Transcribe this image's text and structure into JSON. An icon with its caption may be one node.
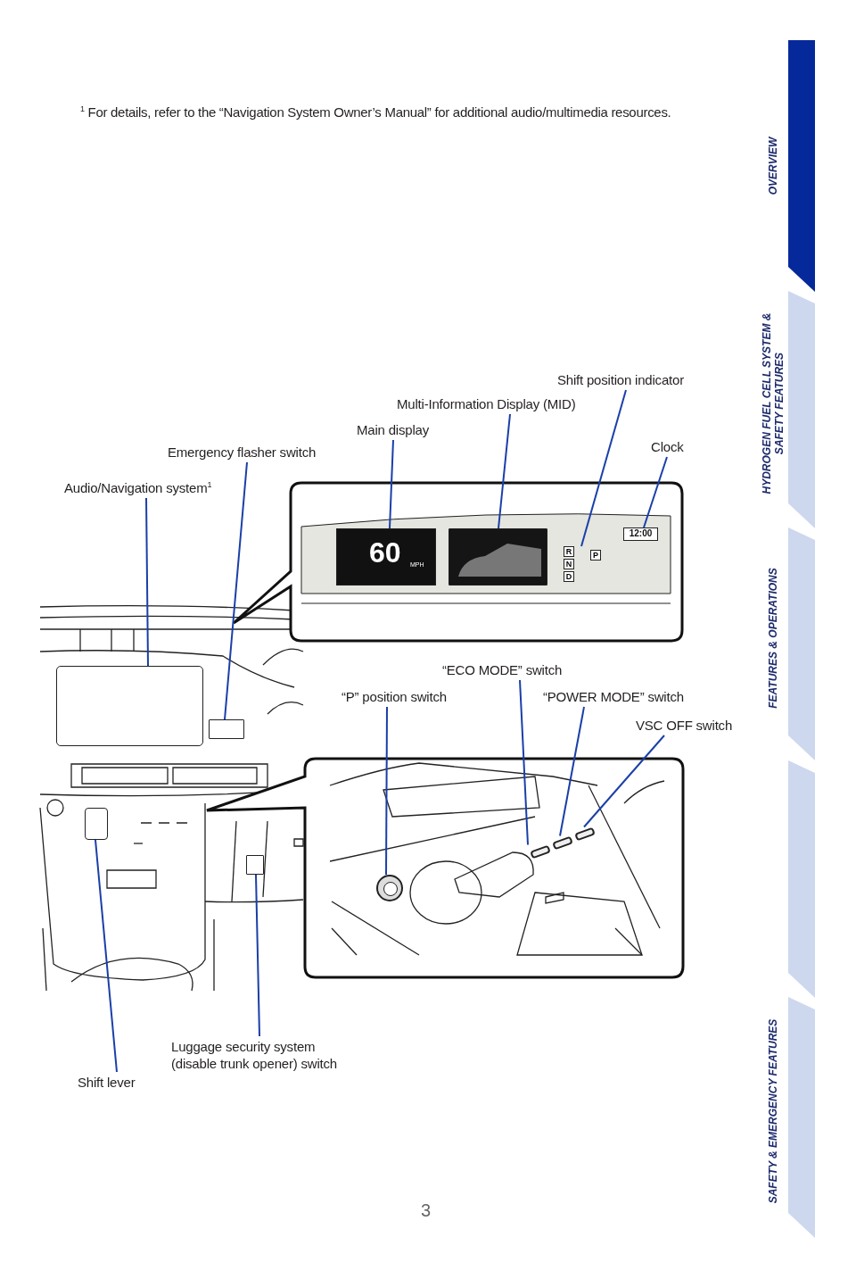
{
  "diagram": {
    "nodes": [
      {
        "text": [
          "Audio/Navigation system$^{1}$"
        ]
      },
      {
        "text": [
          "Emergency flasher switch"
        ]
      },
      {
        "text": [
          "Main display"
        ]
      },
      {
        "text": [
          "Multi-Information Display (MID)"
        ]
      },
      {
        "text": [
          "Shift position indicator"
        ]
      },
      {
        "text": [
          "Clock"
        ]
      },
      {
        "text": [
          "“ECO MODE” switch"
        ]
      },
      {
        "text": [
          "“P” position switch"
        ]
      },
      {
        "text": [
          "“POWER MODE” switch"
        ]
      },
      {
        "text": [
          "VSC OFF switch"
        ]
      },
      {
        "text": [
          "Luggage security system (disable trunk opener) switch"
        ]
      },
      {
        "text": [
          "Shift lever"
        ]
      },
      {
        "text": [
          "OVERVIEW"
        ]
      },
      {
        "text": [
          "HYDROGEN FUEL CELL SYSTEM & SAFETY FEATURES"
        ]
      },
      {
        "text": [
          "FEATURES & OPERATIONS"
        ]
      },
      {
        "text": [],
        "shape": "box"
      },
      {
        "text": [
          "SAFETY & EMERGENCY FEATURES"
        ]
      },
      {
        "text": [],
        "shape": "box"
      },
      {
        "text": [],
        "shape": "box"
      },
      {
        "text": [
          "60",
          "MPH"
        ]
      },
      {
        "text": [],
        "shape": "box"
      },
      {
        "text": [
          "R",
          "N",
          "D",
          "P"
        ]
      },
      {
        "text": [
          "12:00"
        ]
      },
      {
        "text": [],
        "shape": "box"
      },
      {
        "text": [],
        "shape": "circle"
      },
      {
        "text": [],
        "shape": "box"
      },
      {
        "text": [],
        "shape": "box"
      },
      {
        "text": [],
        "shape": "box"
      },
      {
        "text": [],
        "shape": "box"
      }
    ],
    "edges": [
      {
        "from": 0,
        "to": 17,
        "arrow": "none"
      },
      {
        "from": 1,
        "to": 18,
        "arrow": "none"
      },
      {
        "from": 2,
        "to": 19,
        "arrow": "none"
      },
      {
        "from": 3,
        "to": 20,
        "arrow": "none"
      },
      {
        "from": 4,
        "to": 21,
        "arrow": "none"
      },
      {
        "from": 5,
        "to": 22,
        "arrow": "none"
      },
      {
        "from": 6,
        "to": 23,
        "arrow": "none"
      },
      {
        "from": 7,
        "to": 24,
        "arrow": "none"
      },
      {
        "from": 8,
        "to": 25,
        "arrow": "none"
      },
      {
        "from": 9,
        "to": 26,
        "arrow": "none"
      },
      {
        "from": 10,
        "to": 27,
        "arrow": "none"
      },
      {
        "from": 11,
        "to": 28,
        "arrow": "none"
      }
    ],
    "labels": [
      "$^{1}$ For details, refer to the “Navigation System Owner’s Manual” for additional audio/multimedia resources.",
      "3"
    ]
  }
}
